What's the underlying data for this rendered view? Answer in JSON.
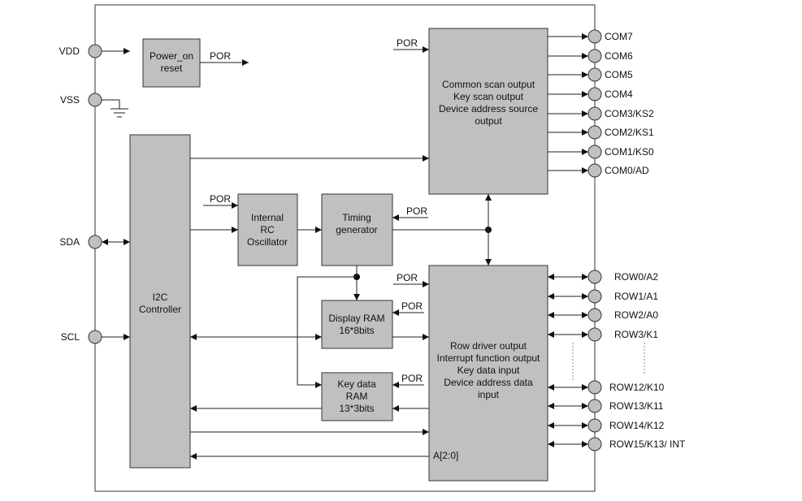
{
  "blocks": {
    "power_on_reset": [
      "Power_on",
      "reset"
    ],
    "common_scan": [
      "Common scan output",
      "Key scan output",
      "Device address source",
      "output"
    ],
    "i2c": [
      "I2C",
      "Controller"
    ],
    "oscillator": [
      "Internal",
      "RC",
      "Oscillator"
    ],
    "timing": [
      "Timing",
      "generator"
    ],
    "display_ram": [
      "Display RAM",
      "16*8bits"
    ],
    "key_ram": [
      "Key data",
      "RAM",
      "13*3bits"
    ],
    "row_driver": [
      "Row driver output",
      "Interrupt function output",
      "Key data input",
      "Device address data",
      "input"
    ],
    "addr_label": "A[2:0]"
  },
  "por_label": "POR",
  "left_pins": [
    "VDD",
    "VSS",
    "SDA",
    "SCL"
  ],
  "com_pins": [
    "COM7",
    "COM6",
    "COM5",
    "COM4",
    "COM3/KS2",
    "COM2/KS1",
    "COM1/KS0",
    "COM0/AD"
  ],
  "row_pins_top": [
    "ROW0/A2",
    "ROW1/A1",
    "ROW2/A0",
    "ROW3/K1"
  ],
  "row_pins_bottom": [
    "ROW12/K10",
    "ROW13/K11",
    "ROW14/K12",
    "ROW15/K13/ INT"
  ]
}
